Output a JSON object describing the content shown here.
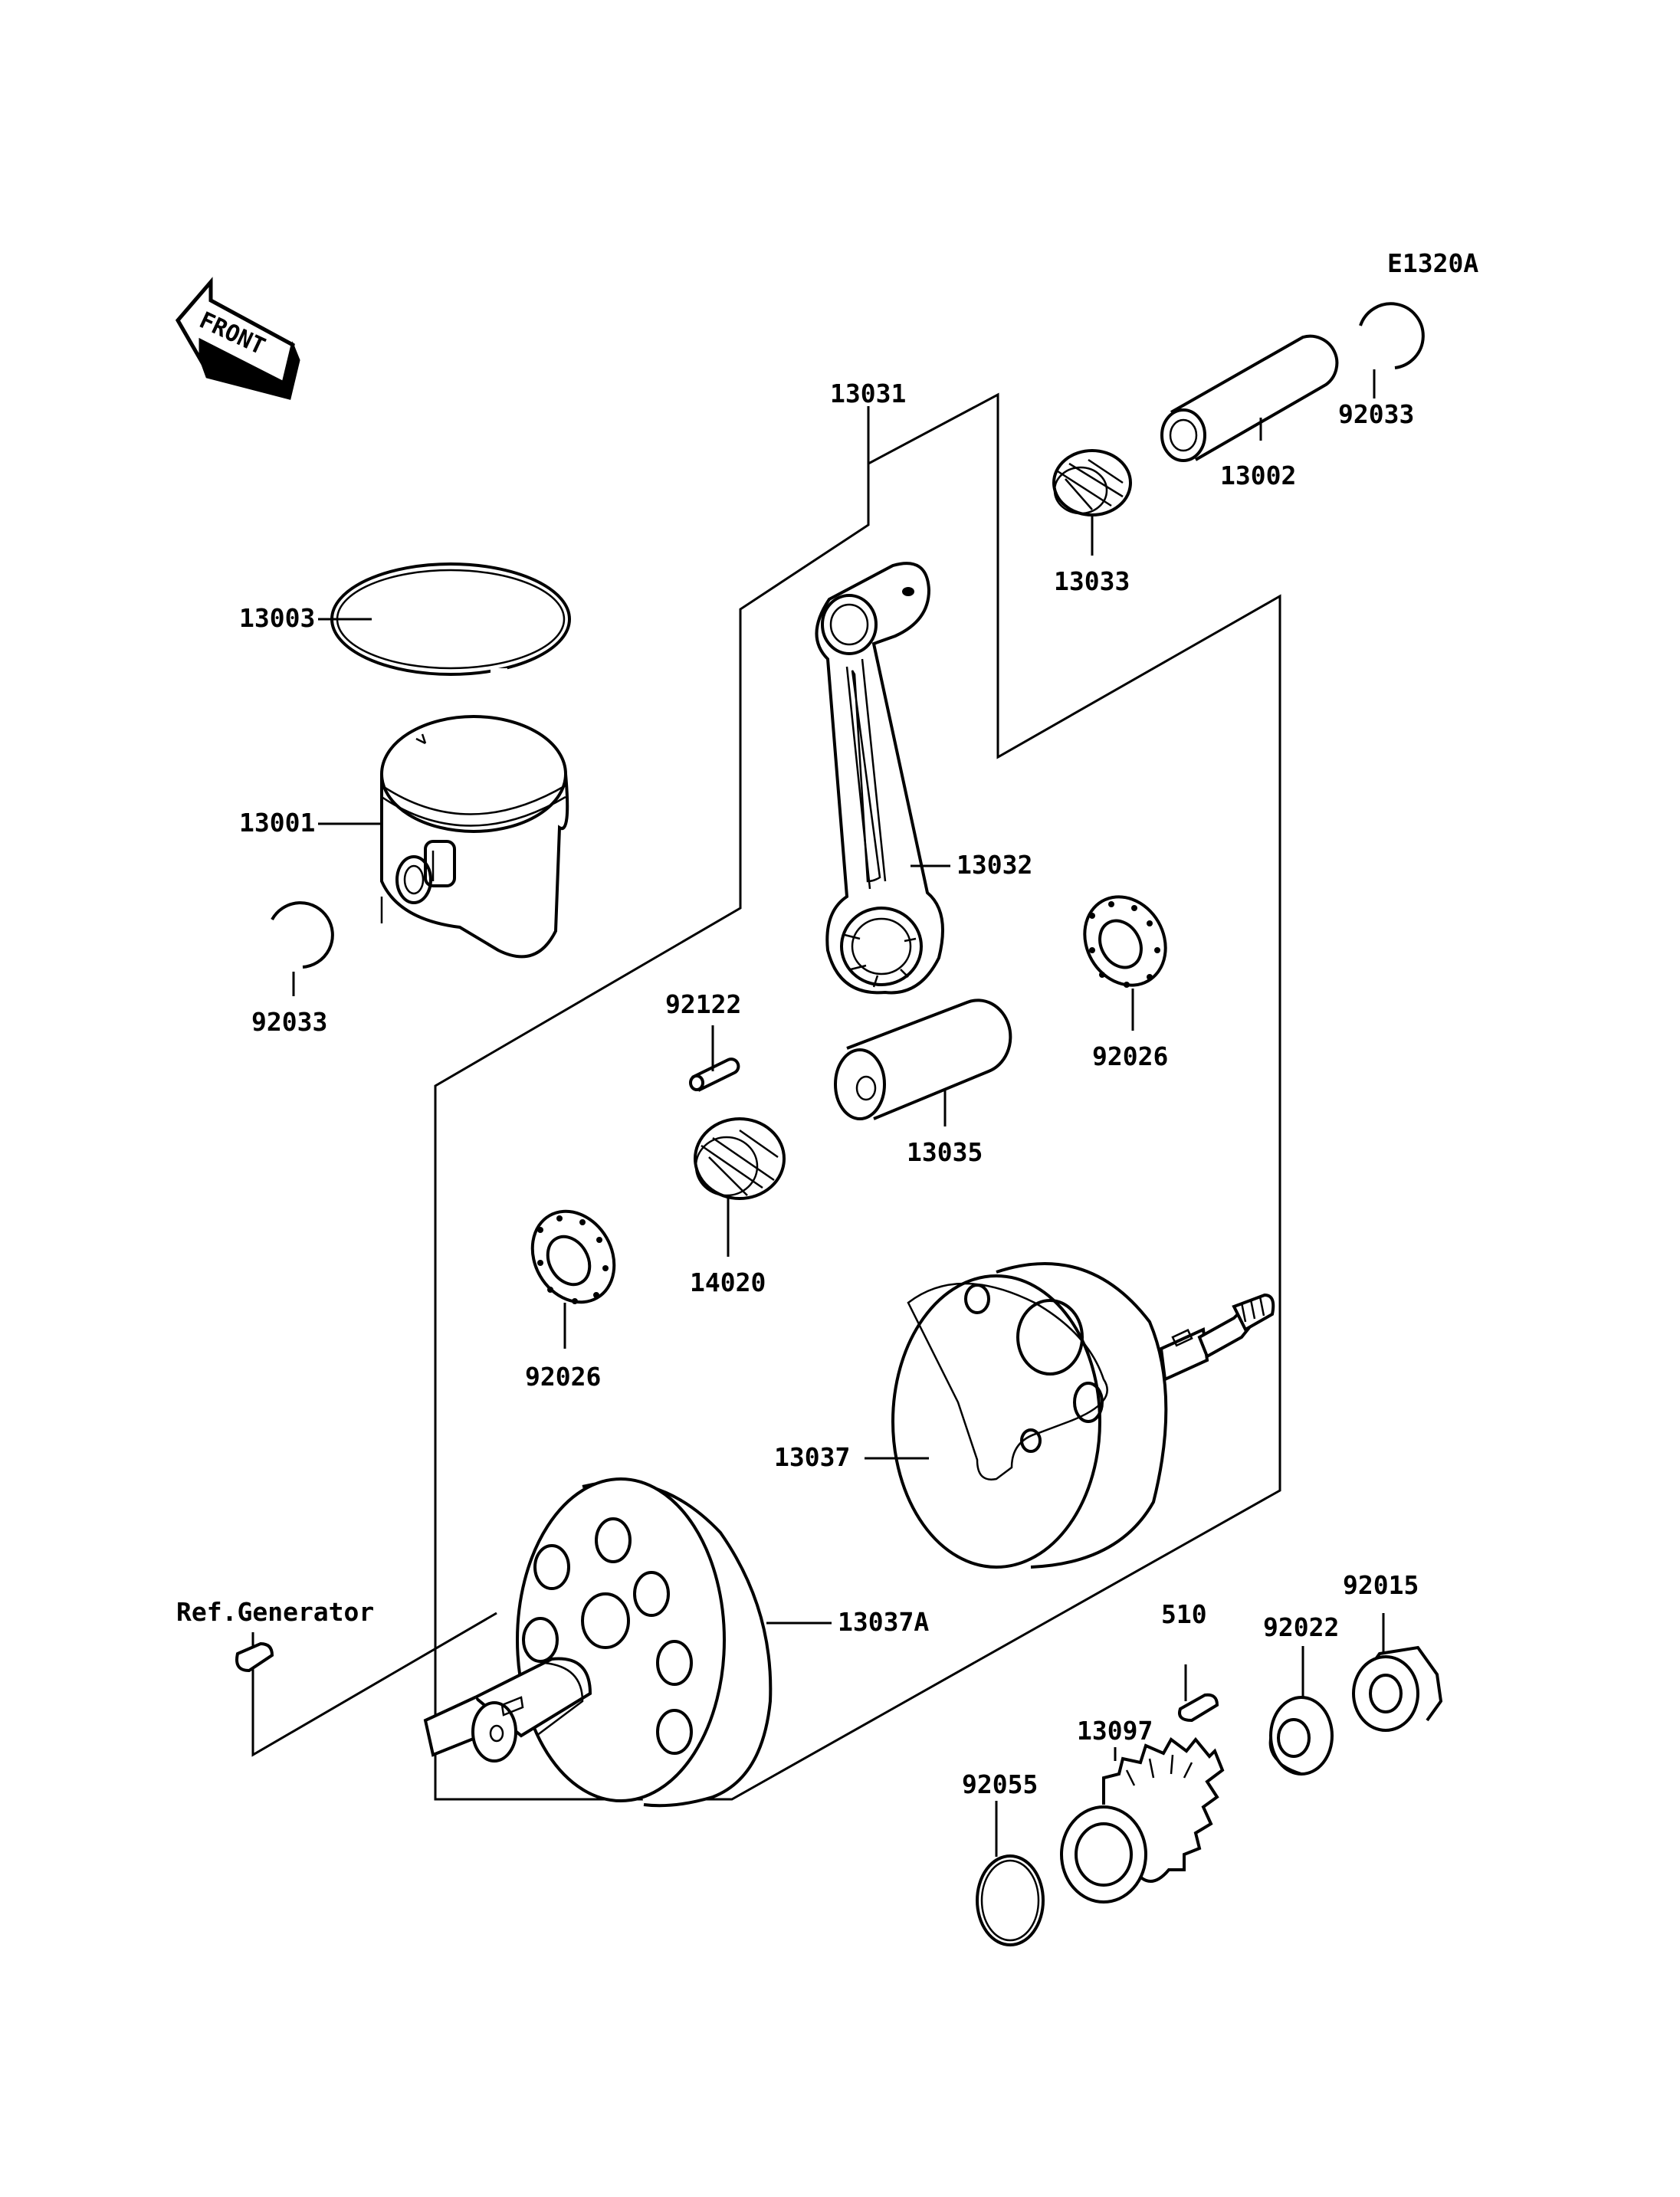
{
  "diagram_code": "E1320A",
  "front_label": "FRONT",
  "ref_label": "Ref.Generator",
  "callouts": {
    "p13031": "13031",
    "p13002": "13002",
    "p92033_top": "92033",
    "p13033": "13033",
    "p13003": "13003",
    "p13001": "13001",
    "p92033_left": "92033",
    "p13032": "13032",
    "p92122": "92122",
    "p92026_right": "92026",
    "p13035": "13035",
    "p14020": "14020",
    "p92026_left": "92026",
    "p13037": "13037",
    "p13037A": "13037A",
    "p510": "510",
    "p92015": "92015",
    "p92022": "92022",
    "p13097": "13097",
    "p92055": "92055"
  }
}
